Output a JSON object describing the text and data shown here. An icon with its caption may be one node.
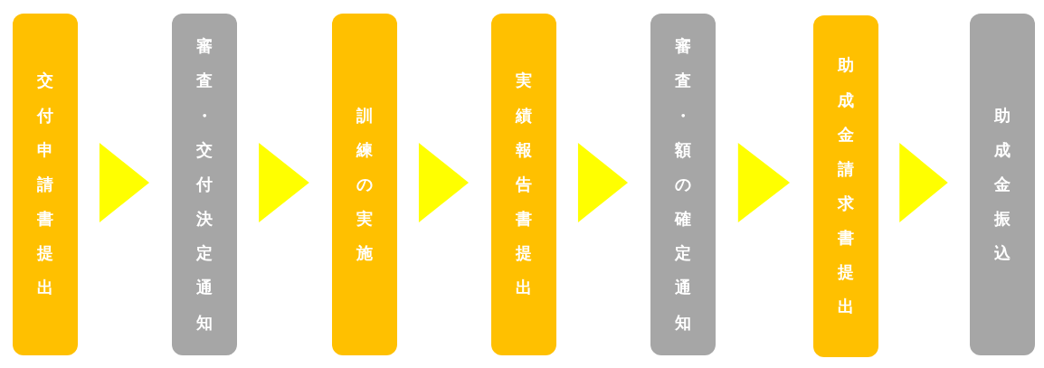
{
  "diagram": {
    "nodes": [
      {
        "text": [
          "交付申請書提出"
        ]
      },
      {
        "text": [
          "審査・交付決定通知"
        ]
      },
      {
        "text": [
          "訓練の実施"
        ]
      },
      {
        "text": [
          "実績報告書提出"
        ]
      },
      {
        "text": [
          "審査・額の確定通知"
        ]
      },
      {
        "text": [
          "助成金請求書提出"
        ]
      },
      {
        "text": [
          "助成金振込"
        ]
      }
    ],
    "edges": [
      {
        "from": 0,
        "to": 1,
        "arrow": "to"
      },
      {
        "from": 1,
        "to": 2,
        "arrow": "to"
      },
      {
        "from": 2,
        "to": 3,
        "arrow": "to"
      },
      {
        "from": 3,
        "to": 4,
        "arrow": "to"
      },
      {
        "from": 4,
        "to": 5,
        "arrow": "to"
      },
      {
        "from": 5,
        "to": 6,
        "arrow": "to"
      }
    ]
  }
}
